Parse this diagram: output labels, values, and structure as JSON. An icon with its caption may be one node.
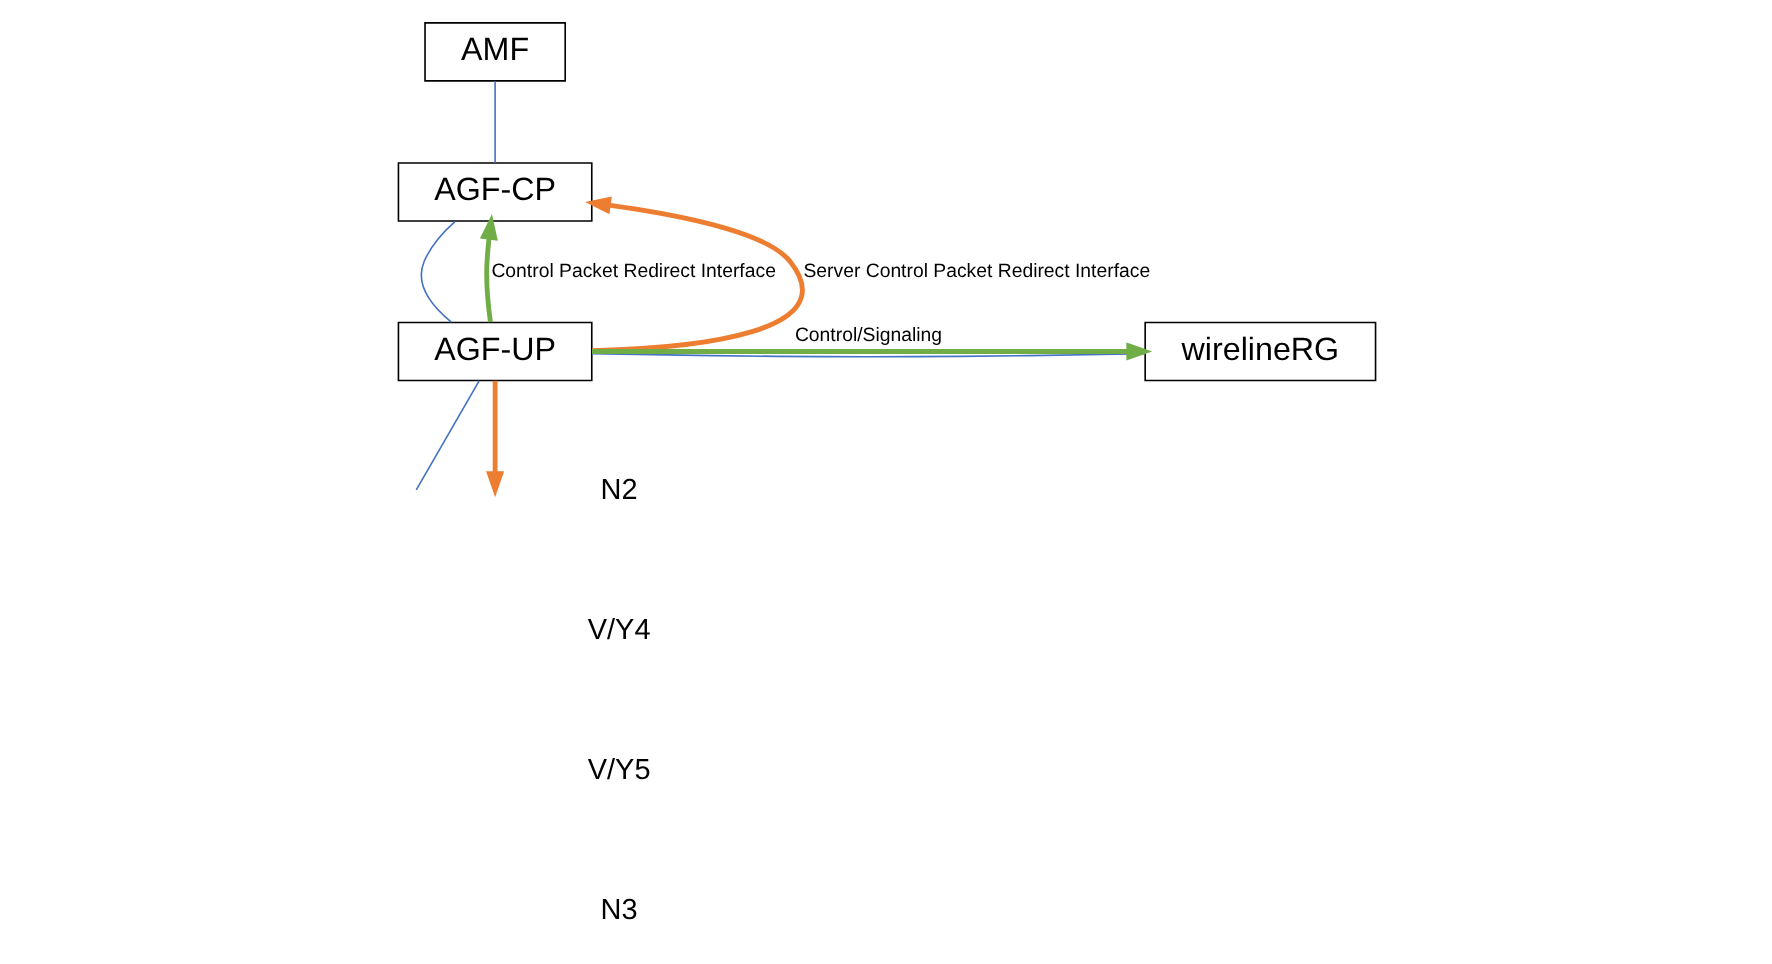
{
  "diagram": {
    "nodes": [
      {
        "text": [
          "AMF"
        ]
      },
      {
        "text": [
          "AGF-CP"
        ]
      },
      {
        "text": [
          "wirelineRG"
        ]
      },
      {
        "text": [
          "AGF-UP"
        ]
      }
    ],
    "edges": [
      {
        "from": 0,
        "to": 1,
        "arrow": "none",
        "color": "#4472c4"
      },
      {
        "from": 1,
        "to": 3,
        "arrow": "none",
        "color": "#4472c4"
      },
      {
        "from": 2,
        "to": 3,
        "arrow": "none",
        "color": "#4472c4"
      },
      {
        "from": 3,
        "to": null,
        "arrow": "none",
        "color": "#4472c4"
      },
      {
        "from": 3,
        "to": 2,
        "arrow": "to",
        "label": "Control/Signaling",
        "style": "thick",
        "color": "#70ad47"
      },
      {
        "from": 3,
        "to": 1,
        "arrow": "to",
        "label": "Control Packet Redirect Interface",
        "style": "thick",
        "color": "#70ad47"
      },
      {
        "from": 3,
        "to": 1,
        "arrow": "to",
        "label": "Server Control Packet Redirect Interface",
        "style": "thick",
        "color": "#ed7d31"
      },
      {
        "from": 3,
        "to": null,
        "arrow": "to",
        "style": "thick",
        "color": "#ed7d31"
      }
    ],
    "labels": [
      "N2",
      "V/Y4",
      "V/Y5",
      "N3"
    ]
  }
}
